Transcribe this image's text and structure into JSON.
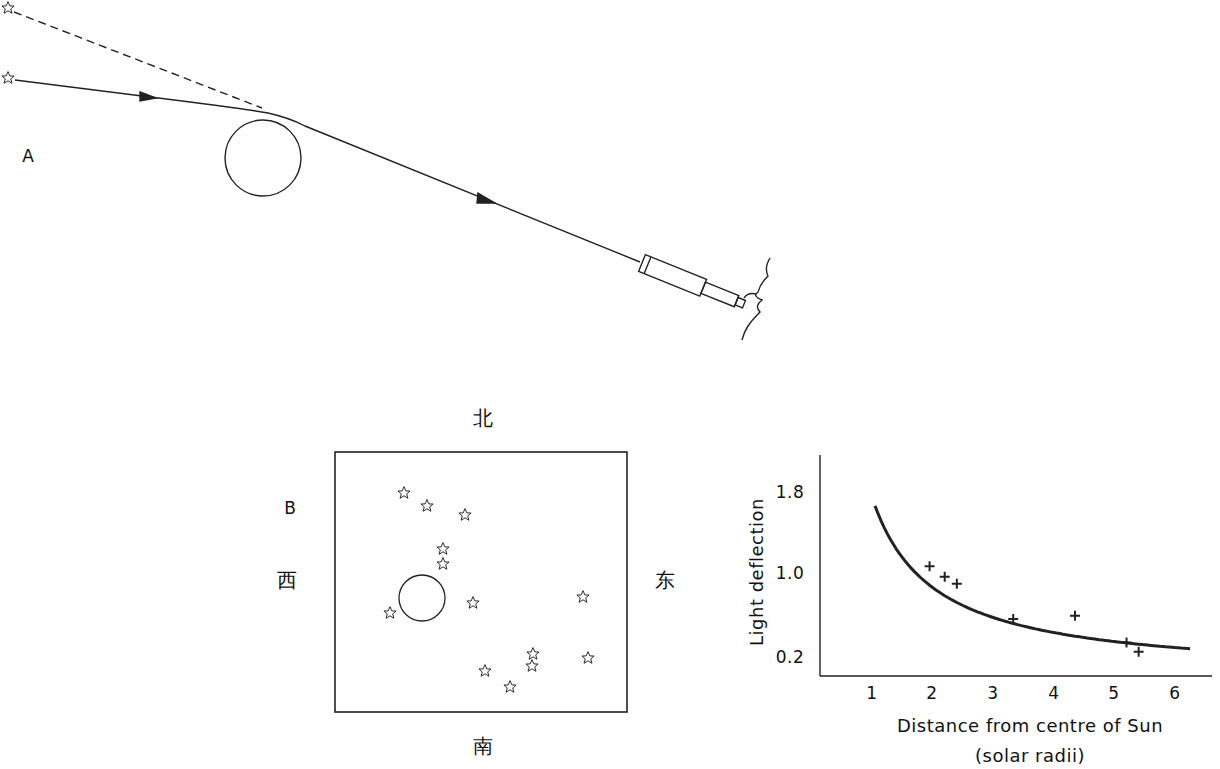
{
  "diagram": {
    "labels": [
      "A",
      "B",
      "北",
      "西",
      "东",
      "南",
      "Light deflection",
      "1.8",
      "1.0",
      "0.2",
      "1",
      "2",
      "3",
      "4",
      "5",
      "6",
      "Distance from centre of Sun",
      "(solar radii)"
    ]
  }
}
